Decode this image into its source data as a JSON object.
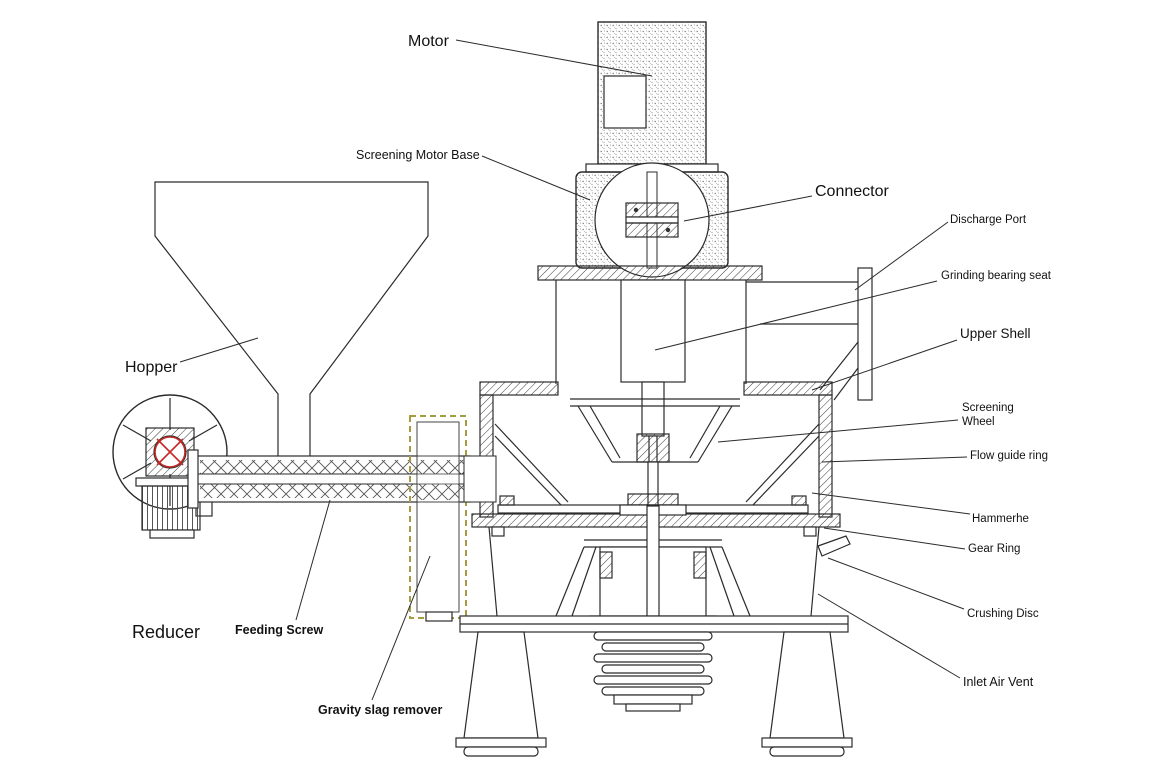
{
  "diagram": {
    "colors": {
      "line": "#2b2b2b",
      "label_text": "#111111",
      "reducer_accent": "#c82828",
      "slag_remover_outline": "#a59b3f",
      "background": "#ffffff"
    },
    "labels": {
      "motor": "Motor",
      "screening_motor_base": "Screening Motor Base",
      "connector": "Connector",
      "discharge_port": "Discharge Port",
      "grinding_bearing_seat": "Grinding bearing seat",
      "upper_shell": "Upper Shell",
      "screening_wheel_line1": "Screening",
      "screening_wheel_line2": "Wheel",
      "flow_guide_ring": "Flow guide ring",
      "hammerhead": "Hammerhe",
      "gear_ring": "Gear Ring",
      "crushing_disc": "Crushing Disc",
      "inlet_air_vent": "Inlet Air Vent",
      "hopper": "Hopper",
      "reducer": "Reducer",
      "feeding_screw": "Feeding Screw",
      "gravity_slag_remover": "Gravity slag remover"
    }
  }
}
